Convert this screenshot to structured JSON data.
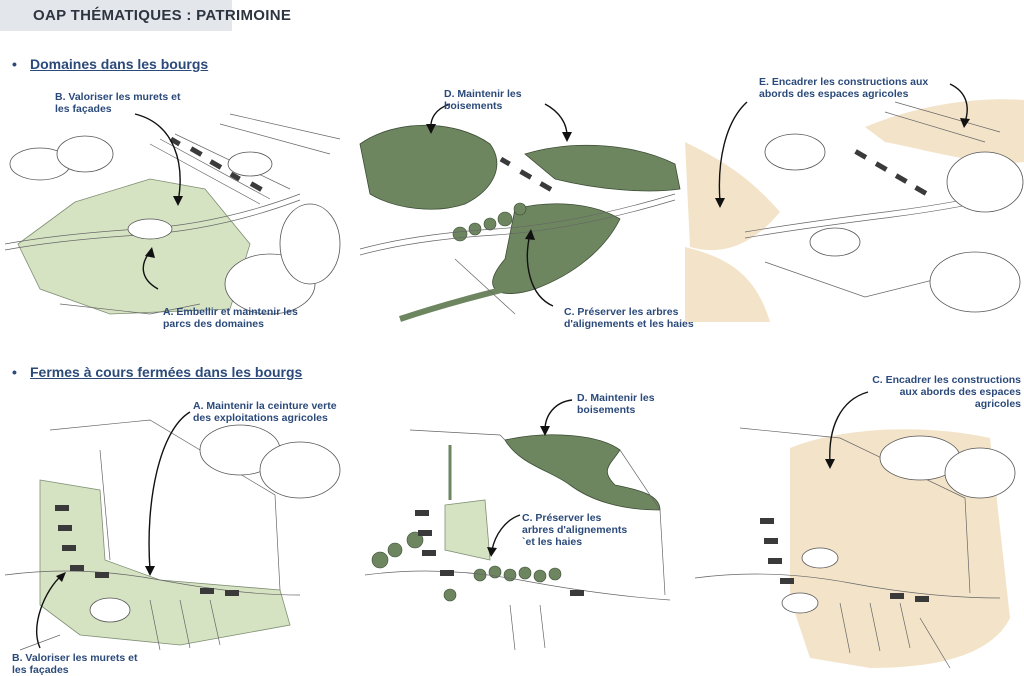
{
  "header": {
    "title": "OAP THÉMATIQUES : PATRIMOINE"
  },
  "colors": {
    "title_text": "#2d3540",
    "accent_blue": "#2b4a7a",
    "park_green": "#d6e3c3",
    "wood_green": "#6d8660",
    "agri_beige": "#f3e4c9",
    "header_band": "#e3e6eb"
  },
  "sections": [
    {
      "bullet": "•",
      "title": "Domaines dans les bourgs",
      "panels": [
        {
          "labels": [
            {
              "line1": "B. Valoriser les murets et",
              "line2": "les façades"
            },
            {
              "line1": "A. Embellir et maintenir les",
              "line2": "parcs des domaines"
            }
          ]
        },
        {
          "labels": [
            {
              "line1": "D. Maintenir les",
              "line2": "boisements"
            },
            {
              "line1": "C. Préserver les arbres",
              "line2": "d'alignements et les haies"
            }
          ]
        },
        {
          "labels": [
            {
              "line1": "E. Encadrer les constructions aux",
              "line2": "abords des espaces agricoles"
            }
          ]
        }
      ]
    },
    {
      "bullet": "•",
      "title": "Fermes à cours fermées dans les bourgs",
      "panels": [
        {
          "labels": [
            {
              "line1": "A. Maintenir la ceinture verte",
              "line2": "des exploitations agricoles"
            },
            {
              "line1": "B. Valoriser les murets et",
              "line2": "les façades"
            }
          ]
        },
        {
          "labels": [
            {
              "line1": "D. Maintenir les",
              "line2": "boisements"
            },
            {
              "line1": "C. Préserver les",
              "line2": "arbres d'alignements",
              "line3": "`et les haies"
            }
          ]
        },
        {
          "labels": [
            {
              "line1": "C. Encadrer les constructions",
              "line2": "aux abords des espaces",
              "line3": "agricoles"
            }
          ]
        }
      ]
    }
  ]
}
